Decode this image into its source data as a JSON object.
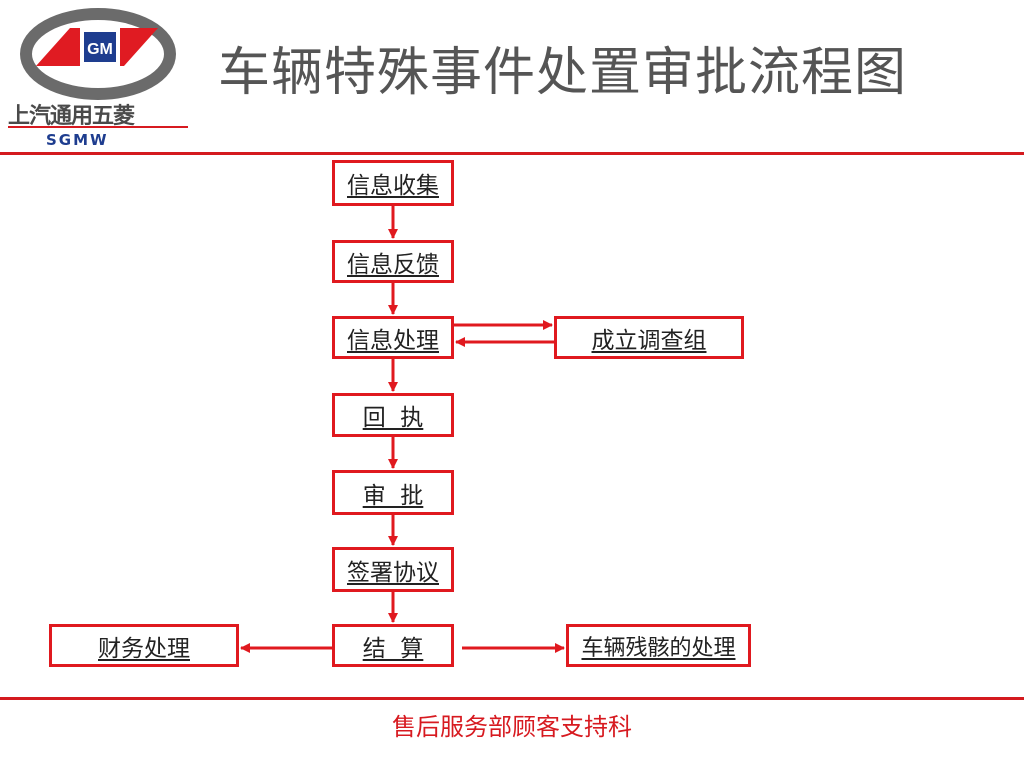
{
  "header": {
    "title": "车辆特殊事件处置审批流程图",
    "logo": {
      "emblem_text": "GM",
      "company_cn": "上汽通用五菱",
      "company_en": "SGMW"
    }
  },
  "flow": {
    "info_collect": "信息收集",
    "info_feedback": "信息反馈",
    "info_process": "信息处理",
    "investigation_team": "成立调查组",
    "receipt": "回  执",
    "approval": "审  批",
    "sign_agreement": "签署协议",
    "settlement": "结  算",
    "finance": "财务处理",
    "wreck": "车辆残骸的处理"
  },
  "footer": {
    "department": "售后服务部顾客支持科"
  },
  "colors": {
    "accent": "#e0191f",
    "title": "#555555",
    "logo_blue": "#1e3d8f"
  }
}
